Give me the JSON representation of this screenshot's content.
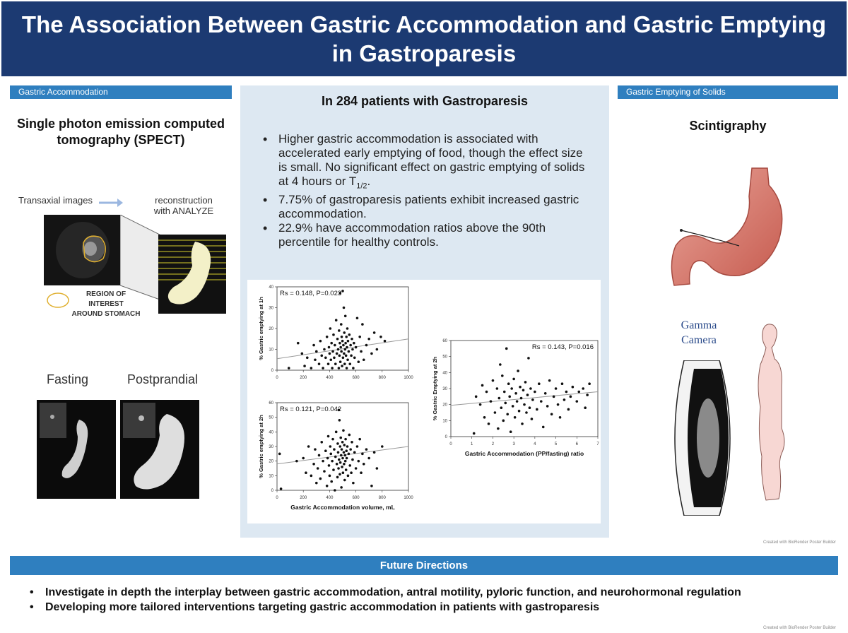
{
  "title": "The Association Between Gastric Accommodation and Gastric Emptying in Gastroparesis",
  "left": {
    "header": "Gastric Accommodation",
    "subtitle": "Single photon emission computed tomography (SPECT)",
    "labels": {
      "transaxial": "Transaxial images",
      "reconstruction": "reconstruction\nwith ANALYZE",
      "roi": "REGION OF INTEREST\nAROUND STOMACH",
      "fasting": "Fasting",
      "postprandial": "Postprandial"
    }
  },
  "center": {
    "title": "In 284 patients with Gastroparesis",
    "bullets": [
      "Higher gastric accommodation is associated with accelerated early emptying of food, though the effect size is small. No significant effect on gastric emptying of solids at 4 hours or T",
      "7.75% of gastroparesis patients exhibit increased gastric accommodation.",
      "22.9% have accommodation ratios above the 90th percentile for healthy controls."
    ],
    "bullet1_sub": "1/2",
    "bullet1_end": "."
  },
  "right": {
    "header": "Gastric Emptying of Solids",
    "subtitle": "Scintigraphy",
    "camera_label": "Gamma\nCamera"
  },
  "credit": "Created with BioRender Poster Builder",
  "future": {
    "header": "Future Directions",
    "items": [
      "Investigate in depth the interplay between gastric accommodation, antral motility, pyloric function, and neurohormonal regulation",
      "Developing more tailored interventions targeting gastric accommodation in patients with gastroparesis"
    ]
  },
  "colors": {
    "title_bg": "#1c3a72",
    "section_bg": "#2f7fbf",
    "center_bg": "#dde8f2",
    "trend_line": "#999999"
  },
  "chart_data": [
    {
      "type": "scatter",
      "annotation": "Rs = 0.148, P=0.023",
      "xlabel": "",
      "ylabel": "% Gastric emptying at 1h",
      "xlim": [
        0,
        1000
      ],
      "ylim": [
        0,
        40
      ],
      "xticks": [
        0,
        200,
        400,
        600,
        800,
        1000
      ],
      "yticks": [
        0,
        10,
        20,
        30,
        40
      ],
      "trend": [
        [
          0,
          5.5
        ],
        [
          1000,
          15
        ]
      ],
      "points": [
        [
          90,
          1
        ],
        [
          160,
          13
        ],
        [
          190,
          8
        ],
        [
          210,
          2
        ],
        [
          230,
          6
        ],
        [
          260,
          1
        ],
        [
          280,
          12
        ],
        [
          290,
          5
        ],
        [
          300,
          9
        ],
        [
          320,
          3
        ],
        [
          330,
          14
        ],
        [
          340,
          7
        ],
        [
          350,
          1
        ],
        [
          360,
          10
        ],
        [
          370,
          6
        ],
        [
          380,
          16
        ],
        [
          390,
          3
        ],
        [
          395,
          11
        ],
        [
          400,
          8
        ],
        [
          405,
          20
        ],
        [
          410,
          5
        ],
        [
          415,
          13
        ],
        [
          420,
          1
        ],
        [
          425,
          9
        ],
        [
          430,
          17
        ],
        [
          435,
          6
        ],
        [
          440,
          12
        ],
        [
          445,
          3
        ],
        [
          450,
          24
        ],
        [
          455,
          8
        ],
        [
          460,
          15
        ],
        [
          465,
          10
        ],
        [
          470,
          1
        ],
        [
          472,
          19
        ],
        [
          475,
          7
        ],
        [
          478,
          13
        ],
        [
          480,
          37
        ],
        [
          482,
          4
        ],
        [
          485,
          11
        ],
        [
          488,
          22
        ],
        [
          490,
          9
        ],
        [
          492,
          16
        ],
        [
          495,
          2
        ],
        [
          498,
          14
        ],
        [
          500,
          38
        ],
        [
          502,
          6
        ],
        [
          505,
          12
        ],
        [
          508,
          30
        ],
        [
          510,
          8
        ],
        [
          512,
          18
        ],
        [
          515,
          3
        ],
        [
          518,
          10
        ],
        [
          520,
          26
        ],
        [
          522,
          13
        ],
        [
          525,
          7
        ],
        [
          528,
          16
        ],
        [
          530,
          1
        ],
        [
          532,
          11
        ],
        [
          535,
          20
        ],
        [
          538,
          5
        ],
        [
          540,
          14
        ],
        [
          545,
          9
        ],
        [
          550,
          17
        ],
        [
          555,
          3
        ],
        [
          560,
          12
        ],
        [
          565,
          7
        ],
        [
          570,
          15
        ],
        [
          575,
          10
        ],
        [
          580,
          1
        ],
        [
          585,
          13
        ],
        [
          590,
          6
        ],
        [
          600,
          11
        ],
        [
          610,
          25
        ],
        [
          620,
          4
        ],
        [
          630,
          16
        ],
        [
          640,
          9
        ],
        [
          650,
          22
        ],
        [
          660,
          5
        ],
        [
          680,
          12
        ],
        [
          700,
          15
        ],
        [
          720,
          8
        ],
        [
          740,
          18
        ],
        [
          760,
          10
        ],
        [
          790,
          16
        ],
        [
          820,
          14
        ]
      ]
    },
    {
      "type": "scatter",
      "annotation": "Rs = 0.121, P=0.042",
      "xlabel": "Gastric Accommodation volume, mL",
      "ylabel": "% Gastric emptying at 2h",
      "xlim": [
        0,
        1000
      ],
      "ylim": [
        0,
        60
      ],
      "xticks": [
        0,
        200,
        400,
        600,
        800,
        1000
      ],
      "yticks": [
        0,
        10,
        20,
        30,
        40,
        50,
        60
      ],
      "trend": [
        [
          0,
          18
        ],
        [
          1000,
          30
        ]
      ],
      "points": [
        [
          20,
          25
        ],
        [
          30,
          1
        ],
        [
          150,
          20
        ],
        [
          200,
          22
        ],
        [
          220,
          12
        ],
        [
          240,
          30
        ],
        [
          260,
          10
        ],
        [
          280,
          18
        ],
        [
          290,
          28
        ],
        [
          300,
          5
        ],
        [
          310,
          15
        ],
        [
          320,
          24
        ],
        [
          330,
          8
        ],
        [
          340,
          33
        ],
        [
          350,
          20
        ],
        [
          360,
          13
        ],
        [
          370,
          27
        ],
        [
          380,
          3
        ],
        [
          385,
          22
        ],
        [
          390,
          37
        ],
        [
          395,
          17
        ],
        [
          400,
          10
        ],
        [
          405,
          30
        ],
        [
          410,
          25
        ],
        [
          415,
          6
        ],
        [
          420,
          20
        ],
        [
          425,
          35
        ],
        [
          430,
          14
        ],
        [
          435,
          28
        ],
        [
          440,
          0
        ],
        [
          445,
          23
        ],
        [
          450,
          40
        ],
        [
          455,
          18
        ],
        [
          460,
          9
        ],
        [
          462,
          32
        ],
        [
          465,
          26
        ],
        [
          468,
          15
        ],
        [
          470,
          55
        ],
        [
          472,
          21
        ],
        [
          475,
          48
        ],
        [
          478,
          11
        ],
        [
          480,
          30
        ],
        [
          482,
          19
        ],
        [
          485,
          36
        ],
        [
          488,
          24
        ],
        [
          490,
          2
        ],
        [
          492,
          28
        ],
        [
          495,
          16
        ],
        [
          498,
          33
        ],
        [
          500,
          22
        ],
        [
          502,
          12
        ],
        [
          505,
          41
        ],
        [
          508,
          26
        ],
        [
          510,
          18
        ],
        [
          512,
          31
        ],
        [
          515,
          7
        ],
        [
          518,
          24
        ],
        [
          520,
          20
        ],
        [
          522,
          35
        ],
        [
          525,
          14
        ],
        [
          528,
          27
        ],
        [
          530,
          22
        ],
        [
          535,
          30
        ],
        [
          540,
          10
        ],
        [
          545,
          25
        ],
        [
          550,
          38
        ],
        [
          555,
          17
        ],
        [
          560,
          28
        ],
        [
          565,
          12
        ],
        [
          570,
          33
        ],
        [
          575,
          21
        ],
        [
          580,
          5
        ],
        [
          590,
          26
        ],
        [
          600,
          15
        ],
        [
          610,
          30
        ],
        [
          620,
          20
        ],
        [
          630,
          35
        ],
        [
          640,
          12
        ],
        [
          650,
          25
        ],
        [
          660,
          18
        ],
        [
          680,
          28
        ],
        [
          700,
          22
        ],
        [
          720,
          3
        ],
        [
          740,
          26
        ],
        [
          760,
          15
        ],
        [
          800,
          30
        ]
      ]
    },
    {
      "type": "scatter",
      "annotation": "Rs = 0.143, P=0.016",
      "xlabel": "Gastric Accommodation (PP/fasting) ratio",
      "ylabel": "% Gastric Emptying at 2h",
      "xlim": [
        0,
        7
      ],
      "ylim": [
        0,
        60
      ],
      "xticks": [
        0,
        1,
        2,
        3,
        4,
        5,
        6,
        7
      ],
      "yticks": [
        0,
        10,
        20,
        30,
        40,
        50,
        60
      ],
      "trend": [
        [
          0,
          19.5
        ],
        [
          7,
          28
        ]
      ],
      "points": [
        [
          1.1,
          2
        ],
        [
          1.2,
          25
        ],
        [
          1.4,
          20
        ],
        [
          1.5,
          32
        ],
        [
          1.6,
          12
        ],
        [
          1.7,
          28
        ],
        [
          1.8,
          8
        ],
        [
          1.9,
          22
        ],
        [
          2.0,
          35
        ],
        [
          2.1,
          15
        ],
        [
          2.2,
          30
        ],
        [
          2.25,
          5
        ],
        [
          2.3,
          24
        ],
        [
          2.35,
          45
        ],
        [
          2.4,
          18
        ],
        [
          2.45,
          38
        ],
        [
          2.5,
          10
        ],
        [
          2.55,
          28
        ],
        [
          2.6,
          21
        ],
        [
          2.65,
          55
        ],
        [
          2.7,
          14
        ],
        [
          2.75,
          33
        ],
        [
          2.8,
          25
        ],
        [
          2.85,
          3
        ],
        [
          2.9,
          30
        ],
        [
          2.95,
          19
        ],
        [
          3.0,
          36
        ],
        [
          3.05,
          12
        ],
        [
          3.1,
          27
        ],
        [
          3.15,
          22
        ],
        [
          3.2,
          41
        ],
        [
          3.25,
          16
        ],
        [
          3.3,
          31
        ],
        [
          3.35,
          24
        ],
        [
          3.4,
          8
        ],
        [
          3.45,
          29
        ],
        [
          3.5,
          20
        ],
        [
          3.55,
          34
        ],
        [
          3.6,
          15
        ],
        [
          3.65,
          26
        ],
        [
          3.7,
          49
        ],
        [
          3.75,
          18
        ],
        [
          3.8,
          30
        ],
        [
          3.85,
          11
        ],
        [
          3.9,
          23
        ],
        [
          4.0,
          28
        ],
        [
          4.1,
          17
        ],
        [
          4.2,
          33
        ],
        [
          4.3,
          22
        ],
        [
          4.4,
          6
        ],
        [
          4.5,
          27
        ],
        [
          4.6,
          19
        ],
        [
          4.7,
          35
        ],
        [
          4.8,
          14
        ],
        [
          4.9,
          25
        ],
        [
          5.0,
          30
        ],
        [
          5.1,
          20
        ],
        [
          5.2,
          12
        ],
        [
          5.3,
          33
        ],
        [
          5.4,
          23
        ],
        [
          5.5,
          28
        ],
        [
          5.6,
          17
        ],
        [
          5.7,
          25
        ],
        [
          5.8,
          31
        ],
        [
          6.0,
          22
        ],
        [
          6.1,
          28
        ],
        [
          6.3,
          30
        ],
        [
          6.4,
          18
        ],
        [
          6.5,
          26
        ],
        [
          6.6,
          33
        ]
      ]
    }
  ]
}
